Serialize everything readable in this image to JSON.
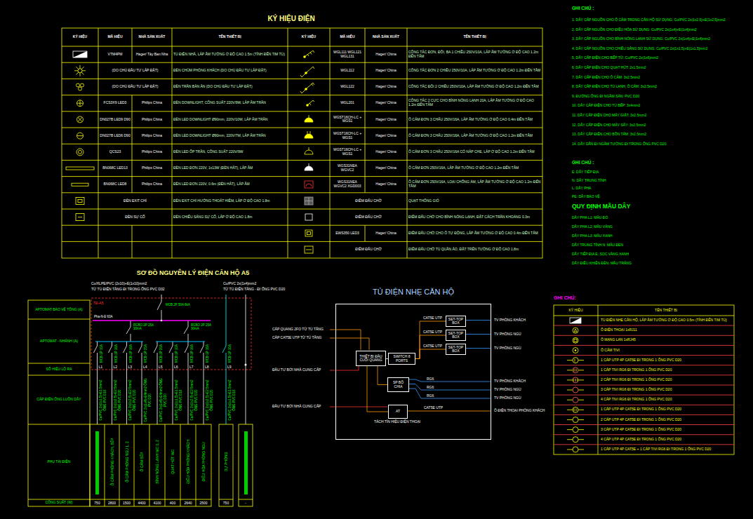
{
  "diagram": {
    "title": "KÝ HIỆU ĐIỆN",
    "nodes": [
      {
        "text": [
          "TỦ ĐIỆN NHẸ CĂN HỘ"
        ]
      },
      {
        "text": [
          "THIẾT BỊ ĐẦU CUỐI QUANG"
        ],
        "in": 0
      },
      {
        "text": [
          "SWITCH 8 PORTS"
        ],
        "in": 0
      },
      {
        "text": [
          "SP BỘ CHIA"
        ],
        "in": 0
      },
      {
        "text": [
          "AT"
        ],
        "in": 0
      },
      {
        "text": [
          "SET-TOP BOX"
        ],
        "in": 0
      },
      {
        "text": [
          "SET-TOP BOX"
        ],
        "in": 0
      },
      {
        "text": [
          "SET-TOP BOX"
        ],
        "in": 0
      }
    ],
    "edges": [
      {
        "from": 1,
        "to": 2,
        "arrow": "none"
      },
      {
        "from": 2,
        "to": 5,
        "label": "CAT5E UTP",
        "arrow": "none"
      },
      {
        "from": 2,
        "to": 6,
        "label": "CAT5E UTP",
        "arrow": "none"
      },
      {
        "from": 2,
        "to": 7,
        "label": "CAT5E UTP",
        "arrow": "none"
      },
      {
        "from": 1,
        "to": 3,
        "arrow": "none"
      },
      {
        "from": 1,
        "to": 4,
        "arrow": "none"
      }
    ],
    "labels": [
      "KÝ HIỆU",
      "MÃ HIỆU",
      "NHÀ SẢN XUẤT",
      "TÊN THIẾT BỊ",
      "KÝ HIỆU",
      "MÃ HIỆU",
      "NHÀ SẢN XUẤT",
      "TÊN THIẾT BỊ",
      "VTM4PM",
      "Hager/ Tây Ban Nha",
      "TỦ ĐIỆN NHÀ, LẮP ÂM TƯỜNG Ở ĐỘ CAO 1.5m (TÍNH ĐẾN TIM TỦ)",
      "(DO CHỦ ĐẦU TƯ LẮP ĐẶT)",
      "ĐÈN CHÙM PHÒNG KHÁCH (DO CHỦ ĐẦU TƯ LẮP ĐẶT)",
      "(DO CHỦ ĐẦU TƯ LẮP ĐẶT)",
      "ĐÈN TRẦN BÀN ĂN (DO CHỦ ĐẦU TƯ LẮP ĐẶT)",
      "FCS3X9 LED3",
      "Philips China",
      "ĐÈN DOWNLIGHT, CÔNG SUẤT 220V/9W, LẮP ÂM TRẦN",
      "DN027B LED9 D90",
      "Philips China",
      "ĐÈN LED DOWNLIGHT Ø90mm, 220V/10W, LẮP ÂM TRẦN",
      "DN027B LED6 D90",
      "Philips China",
      "ĐÈN LED DOWNLIGHT Ø90mm, 220V/7W, LẮP ÂM TRẦN",
      "QCS23",
      "Philips China",
      "ĐÈN LED ỐP TRẦN, CÔNG SUẤT 220V/9W",
      "BN068C LED13",
      "Philips China",
      "ĐÈN LED ĐƠN 220V, 1x13W (ĐÈN HẮT), LẮP ÂM",
      "BN068C LED8",
      "Philips China",
      "ĐÈN LED ĐƠN 220V, 0.6m (ĐÈN HẮT), LẮP ÂM",
      "ĐÈN EXIT CHỈ",
      "ĐÈN EXIT CHỈ HƯỚNG THOÁT HIỂM, LẮP Ở ĐỘ CAO 1.8m",
      "ĐÈN SỰ CỐ",
      "ĐÈN CHIẾU SÁNG SỰ CỐ, LẮP Ở ĐỘ CAO 1.8m",
      "WGL111 WGL121 WGL131",
      "Hager/ China",
      "CÔNG TẮC ĐƠN, ĐÔI, BA 1 CHIỀU 250V/10A, LẮP ÂM TƯỜNG Ở ĐỘ CAO 1.2m ĐẾN TÂM",
      "WGL112",
      "Hager/ China",
      "CÔNG TẮC ĐƠN 2 CHIỀU 250V/10A, LẮP ÂM TƯỜNG Ở ĐỘ CAO 1.2m ĐẾN TÂM",
      "WGL122",
      "Hager/ China",
      "CÔNG TẮC ĐÔI 2 CHIỀU 250V/10A, LẮP ÂM TƯỜNG Ở ĐỘ CAO 1.2m ĐẾN TÂM",
      "WGL201",
      "Hager/ China",
      "CÔNG TẮC 2 CỰC CHO BÌNH NÓNG LẠNH 20A, LẮP ÂM TƯỜNG Ở ĐỘ CAO 1.2m ĐẾN TÂM",
      "WGST16CH-LC + WGS1",
      "Hager/ China",
      "Ổ CẮM ĐƠN 3 CHẤU 250V/16A, LẮP ÂM TƯỜNG Ở ĐỘ CAO 0.4m ĐẾN TÂM",
      "WGST16CH-LC + WGS1",
      "Hager/ China",
      "Ổ CẮM ĐƠN 3 CHẤU 250V/16A, LẮP ÂM TƯỜNG Ở ĐỘ CAO 1.2m ĐẾN TÂM",
      "WGST16CH-LC + WGS1",
      "Hager/ China",
      "Ổ CẮM ĐƠN 3 CHẤU 250V/16A CÓ NẮP CHE, LẮP Ở ĐỘ CAO 1.2m ĐẾN TÂM",
      "WGS31NEA WGVC2",
      "Hager/ China",
      "Ổ CẮM ĐƠN 250V/16A, LẮP ÂM TƯỜNG Ở ĐỘ CAO 1.2m ĐẾN TÂM",
      "WGS31NEA WGVC2 XGD003",
      "Hager/ China",
      "Ổ CẮM ĐƠN 250V/16A, LOẠI CHỐNG ẨM, LẮP ÂM TƯỜNG Ở ĐỘ CAO 1.2m ĐẾN TÂM",
      "ĐIỂM ĐẤU CHỜ",
      "QUẠT THÔNG GIÓ",
      "ĐIỂM ĐẤU CHỜ",
      "ĐIỂM ĐẤU CHỜ CHO BÌNH NÓNG LẠNH, ĐẶT CÁCH TRẦN KHOẢNG 0.3m",
      "EWS350 LED3",
      "Hager/ China",
      "ĐIỂM ĐẤU CHỜ CHO Ổ TỰ ĐỘNG, LẮP ÂM TƯỜNG Ở ĐỘ CAO 0.4m ĐẾN TÂM",
      "ĐIỂM ĐẤU CHỜ",
      "ĐIỂM ĐẤU CHỜ TỦ QUẦN ÁO, ĐẶT TRÊN TƯỜNG Ở ĐỘ CAO 1.8m",
      "GHI CHÚ :",
      "1. DÂY CẤP NGUỒN CHO Ổ CẮM TRONG CĂN HỘ SỬ DỤNG: Cu/PVC 2x(1x2.5)+E(1x2.5)mm2",
      "2. DÂY CẤP NGUỒN CHO ĐIỀU HÒA SỬ DỤNG: Cu/PVC 2x(1x4)+E(1x4)mm2",
      "3. DÂY CẤP NGUỒN CHO BÌNH NÓNG LẠNH SỬ DỤNG: Cu/PVC 2x(1x4)+E(1x4)mm2",
      "4. DÂY CẤP NGUỒN CHO CHIẾU SÁNG SỬ DỤNG: Cu/PVC 2x(1x1.5)+E(1x1.5)mm2",
      "5. DÂY CẤP ĐIỆN CHO BẾP TỪ: Cu/PVC 2x(1x6)mm2",
      "6. DÂY CẤP ĐIỆN CHO QUẠT HÚT: 2x1.5mm2",
      "7. DÂY CẤP ĐIỆN CHO Ổ CẮM: 3x2.5mm2",
      "8. DÂY CẤP ĐIỆN CHO TỦ LẠNH, Ổ CẮM: 3x2.5mm2",
      "9. ĐƯỜNG ỐNG ĐI NGẦM SÀN: PVC D20",
      "10. DÂY CẤP ĐIỆN CHO TỦ BẾP: 3x4mm2",
      "11. DÂY CẤP ĐIỆN CHO MÁY GIẶT: 3x2.5mm2",
      "12. DÂY CẤP ĐIỆN CHO MÁY SẤY: 3x2.5mm2",
      "13. DÂY CẤP ĐIỆN CHO BỒN TẮM: 3x2.5mm2",
      "14. DÂY DẪN ĐI NGẦM TƯỜNG ĐI TRONG ỐNG PVC D20",
      "GHI CHÚ :",
      "E: DÂY TIẾP ĐỊA",
      "N: DÂY TRUNG TÍNH",
      "L: DÂY PHA",
      "PE: DÂY BẢO VỆ",
      "QUY ĐỊNH MẦU DÂY",
      "DÂY PHA L1: MẦU ĐỎ",
      "DÂY PHA L2: MẦU VÀNG",
      "DÂY PHA L3: MẦU XANH",
      "DÂY TRUNG TÍNH N: MẦU ĐEN",
      "DÂY TIẾP ĐỊA E: SỌC VÀNG XANH",
      "DÂY ĐIỀU KHIỂN ĐÈN: MẦU TRẮNG",
      "SƠ ĐỒ NGUYÊN LÝ ĐIỆN CĂN HỘ A5",
      "APTOMAT BẢO VỆ TỔNG (A)",
      "APTOMAT - NHÁNH (A)",
      "SỐ HIỆU LỘ RA",
      "CÁP ĐIỆN ỐNG LUỒN DÂY",
      "PHỤ TẢI ĐIỆN",
      "CÔNG SUẤT (W)",
      "Cu/XLPE/PVC (2x10)+E(1x10)mm2",
      "TỪ TỦ ĐIỆN TẦNG ĐI TRONG ỐNG PVC D32",
      "Cu/PVC 2x(1x4)mm2",
      "TỪ TỦ ĐIỆN TẦNG - ĐI ỐNG PVC D20",
      "TĐ-A5",
      "MCB 2P 50A 6kA",
      "Pha-N-E 63A",
      "RCBO 2P 25A 30mA",
      "RCBO 2P 25A 30mA",
      "MCB 1P 10A",
      "MCB 1P 16A",
      "MCB 1P 16A",
      "MCB 1P 20A",
      "MCB 1P 20A",
      "MCB 1P 10A",
      "MCB 1P 16A",
      "MCB 1P 16A",
      "MCB 1P 10A",
      "L1",
      "L2",
      "L3",
      "L4",
      "L5",
      "L6",
      "L7",
      "L8",
      "L9",
      "Cu/PVC 2x(1x1.5)+E1.5mm2 ỐNG PVC D16",
      "Cu/PVC 2x(1x2.5)+E2.5mm2 ỐNG PVC D20",
      "Cu/PVC 2x(1x2.5)+E2.5mm2 ỐNG PVC D20",
      "Cu/PVC 2x(1x4)+E4mm2 ỐNG PVC D20",
      "Cu/PVC 2x(1x4)+E4mm2 ỐNG PVC D20",
      "Cu/PVC 2x(1x1.5)+E1.5mm2 ỐNG PVC D16",
      "Cu/PVC 2x(1x2.5)+E2.5mm2 ỐNG PVC D20",
      "Cu/PVC 2x(1x2.5)+E2.5mm2 ỐNG PVC D20",
      "Cu/PVC 2x(1x1.5)+E1.5mm2 ỐNG PVC D16",
      "Ổ CẮM PHÒNG KHÁCH, BẾP",
      "Ổ CẮM PHÒNG NGỦ 1, 2",
      "Ổ CẮM BẾP",
      "BÌNH NÓNG LẠNH WC 1, 2",
      "QUẠT HÚT WC",
      "ĐIỀU HÒA PHÒNG KHÁCH",
      "ĐIỀU HÒA PHÒNG NGỦ",
      "DỰ PHÒNG",
      "750",
      "2800",
      "1500",
      "4400",
      "4100",
      "400",
      "2640",
      "2500",
      "750",
      "-",
      "CÁP QUANG 2FO TỪ TỦ TẦNG",
      "CÁP CAT5E UTP TỪ TỦ TẦNG",
      "ĐẦU TƯ BỞI NHÀ CUNG CẤP",
      "ĐẦU TƯ BỞI NHÀ CUNG CẤP",
      "TÁCH TÍN HIỆU ĐIỆN THOẠI",
      "RG6",
      "RG6",
      "RG6",
      "CAT5E UTP",
      "TV PHÒNG KHÁCH",
      "TV PHÒNG NGỦ",
      "TV PHÒNG NGỦ",
      "TV PHÒNG KHÁCH",
      "TV PHÒNG NGỦ",
      "TV PHÒNG NGỦ",
      "Ổ ĐIỆN THOẠI PHÒNG KHÁCH",
      "GHI CHÚ:",
      "KÝ HIỆU",
      "TÊN THIẾT BỊ",
      "TỦ ĐIỆN NHẸ CĂN HỘ, LẮP ÂM TƯỜNG Ở ĐỘ CAO 0.5m (TÍNH ĐẾN TIM TỦ)",
      "Ổ ĐIỆN THOẠI 1xRJ11",
      "Ổ MẠNG LAN 1xRJ45",
      "Ổ CẮM TIVI",
      "1 CÁP UTP 4P CAT5E ĐI TRONG 1 ỐNG PVC D20",
      "1 CÁP TIVI RG6 ĐI TRONG 1 ỐNG PVC D20",
      "2 CÁP TIVI RG6 ĐI TRONG 1 ỐNG PVC D20",
      "3 CÁP TIVI RG6 ĐI TRONG 1 ỐNG PVC D20",
      "4 CÁP TIVI RG6 ĐI TRONG 1 ỐNG PVC D20",
      "1 CÁP UTP 4P CAT5E ĐI TRONG 1 ỐNG PVC D20",
      "2 CÁP UTP 4P CAT5E ĐI TRONG 1 ỐNG PVC D20",
      "3 CÁP UTP 4P CAT5E ĐI TRONG 1 ỐNG PVC D20",
      "4 CÁP UTP 4P CAT5E ĐI TRONG 1 ỐNG PVC D20",
      "1 CÁP UTP 4P CAT5E + 1 CÁP TIVI RG6 ĐI TRONG 1 ỐNG PVC D20"
    ]
  }
}
